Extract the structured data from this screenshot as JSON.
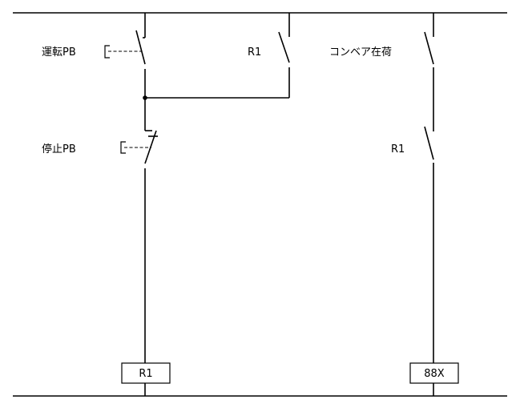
{
  "contacts": {
    "run_pb": "運転PB",
    "r1_self_hold": "R1",
    "conveyor_stock": "コンベア在荷",
    "stop_pb": "停止PB",
    "r1_series": "R1"
  },
  "coils": {
    "r1": "R1",
    "x88": "88X"
  }
}
